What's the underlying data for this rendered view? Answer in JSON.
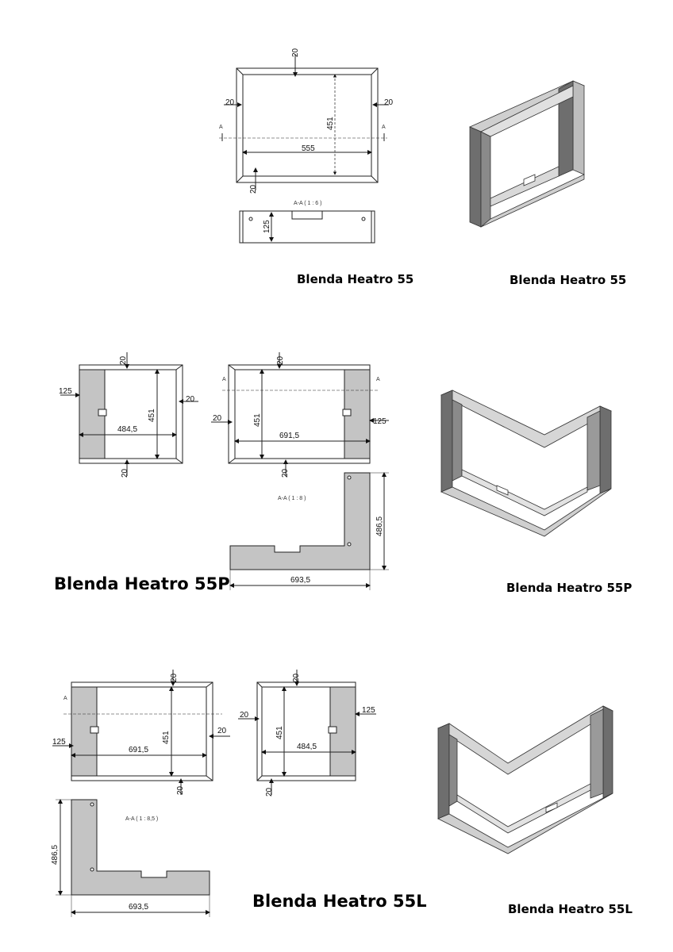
{
  "section_1": {
    "top_dim": "20",
    "left_dim": "20",
    "right_dim": "20",
    "bottom_dim": "20",
    "height_dim": "451",
    "width_dim": "555",
    "section_left": "A",
    "section_right": "A",
    "section_scale": "A-A ( 1 : 6 )",
    "depth_dim": "125",
    "caption_drawing": "Blenda Heatro 55",
    "caption_iso": "Blenda Heatro 55"
  },
  "section_2": {
    "v1_top": "20",
    "v1_depth": "125",
    "v1_right": "20",
    "v1_height": "451",
    "v1_width": "484,5",
    "v1_bottom": "20",
    "v2_top": "20",
    "v2_left_a": "A",
    "v2_right_a": "A",
    "v2_left": "20",
    "v2_height": "451",
    "v2_width": "691,5",
    "v2_depth": "125",
    "v2_bottom": "20",
    "section_scale": "A-A ( 1 : 8 )",
    "l_height": "486,5",
    "l_width": "693,5",
    "caption_drawing": "Blenda Heatro 55P",
    "caption_iso": "Blenda Heatro 55P"
  },
  "section_3": {
    "v1_top": "20",
    "v1_a": "A",
    "v1_right": "20",
    "v1_depth": "125",
    "v1_height": "451",
    "v1_width": "691,5",
    "v1_bottom": "20",
    "v2_top": "20",
    "v2_left": "20",
    "v2_depth": "125",
    "v2_height": "451",
    "v2_width": "484,5",
    "v2_bottom": "20",
    "section_scale": "A-A ( 1 : 8,5 )",
    "l_height": "486,5",
    "l_width": "693,5",
    "caption_drawing": "Blenda Heatro 55L",
    "caption_iso": "Blenda Heatro 55L"
  },
  "colors": {
    "panel_gray": "#c4c4c4",
    "iso_light": "#cfcfcf",
    "iso_dark": "#6e6e6e",
    "line": "#222222"
  }
}
